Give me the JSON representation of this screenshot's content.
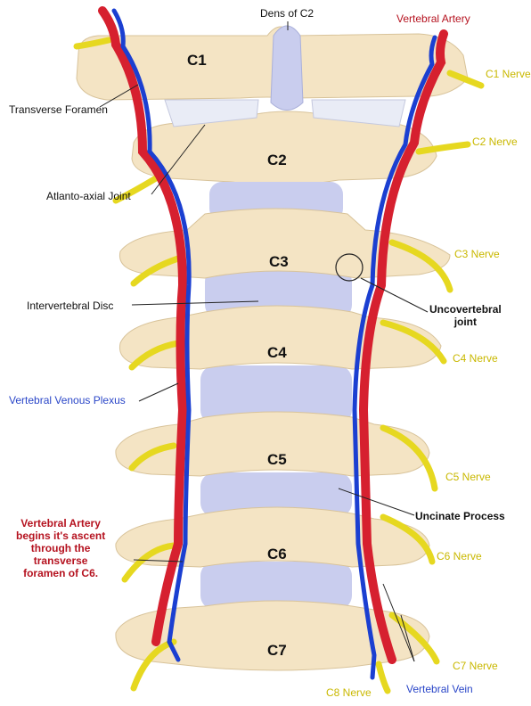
{
  "colors": {
    "bone": "#f4e4c4",
    "bone_edge": "#d8c39a",
    "disc": "#c9cdee",
    "artery": "#d6202f",
    "vein": "#1b3fd1",
    "nerve": "#e6d820",
    "nerve_label": "#c9b800",
    "artery_label": "#b5121f",
    "vein_label": "#2a46c8"
  },
  "vertebrae": [
    "C1",
    "C2",
    "C3",
    "C4",
    "C5",
    "C6",
    "C7"
  ],
  "labels": {
    "dens": "Dens of C2",
    "vertebral_artery": "Vertebral Artery",
    "transverse_foramen": "Transverse Foramen",
    "atlanto_axial": "Atlanto-axial Joint",
    "intervertebral_disc": "Intervertebral Disc",
    "uncovertebral_line1": "Uncovertebral",
    "uncovertebral_line2": "joint",
    "venous_plexus": "Vertebral Venous Plexus",
    "uncinate": "Uncinate Process",
    "artery_ascent_1": "Vertebral Artery",
    "artery_ascent_2": "begins it's ascent",
    "artery_ascent_3": "through the",
    "artery_ascent_4": "transverse",
    "artery_ascent_5": "foramen of C6.",
    "vertebral_vein": "Vertebral Vein"
  },
  "nerves": [
    "C1 Nerve",
    "C2 Nerve",
    "C3 Nerve",
    "C4 Nerve",
    "C5 Nerve",
    "C6 Nerve",
    "C7 Nerve",
    "C8 Nerve"
  ]
}
